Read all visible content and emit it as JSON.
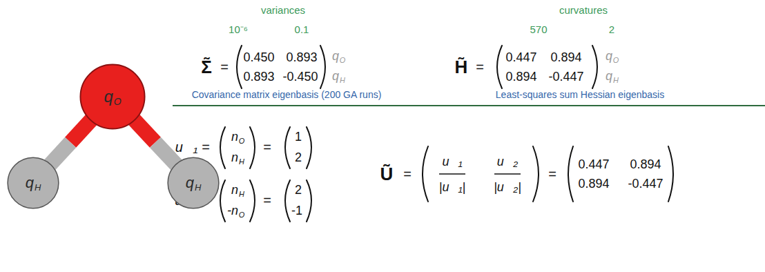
{
  "diagram": {
    "nodes": [
      {
        "text": [
          "q",
          "O"
        ]
      },
      {
        "text": [
          "q",
          "H"
        ]
      },
      {
        "text": [
          "q",
          "H"
        ]
      }
    ],
    "edges": [
      {
        "from": 0,
        "to": 1,
        "arrow": "none"
      },
      {
        "from": 0,
        "to": 2,
        "arrow": "none"
      }
    ],
    "labels": [
      "variances",
      "10⁻⁶",
      "0.1",
      "Σ̃",
      "=",
      "0.450",
      "0.893",
      "0.893",
      "-0.450",
      "q",
      "O",
      "q",
      "H",
      "Covariance matrix eigenbasis (200 GA runs)",
      "curvatures",
      "570",
      "2",
      "H̃",
      "=",
      "0.447",
      "0.894",
      "0.894",
      "-0.447",
      "q",
      "O",
      "q",
      "H",
      "Least-squares sum Hessian eigenbasis",
      "u⃗₁",
      "=",
      "n",
      "O",
      "n",
      "H",
      "=",
      "1",
      "2",
      "u⃗₂",
      "=",
      "n",
      "H",
      "-n",
      "O",
      "=",
      "2",
      "-1",
      "Ũ",
      "=",
      "u⃗₁",
      "|u⃗₁|",
      "u⃗₂",
      "|u⃗₂|",
      "=",
      "0.447",
      "0.894",
      "0.894",
      "-0.447"
    ]
  }
}
